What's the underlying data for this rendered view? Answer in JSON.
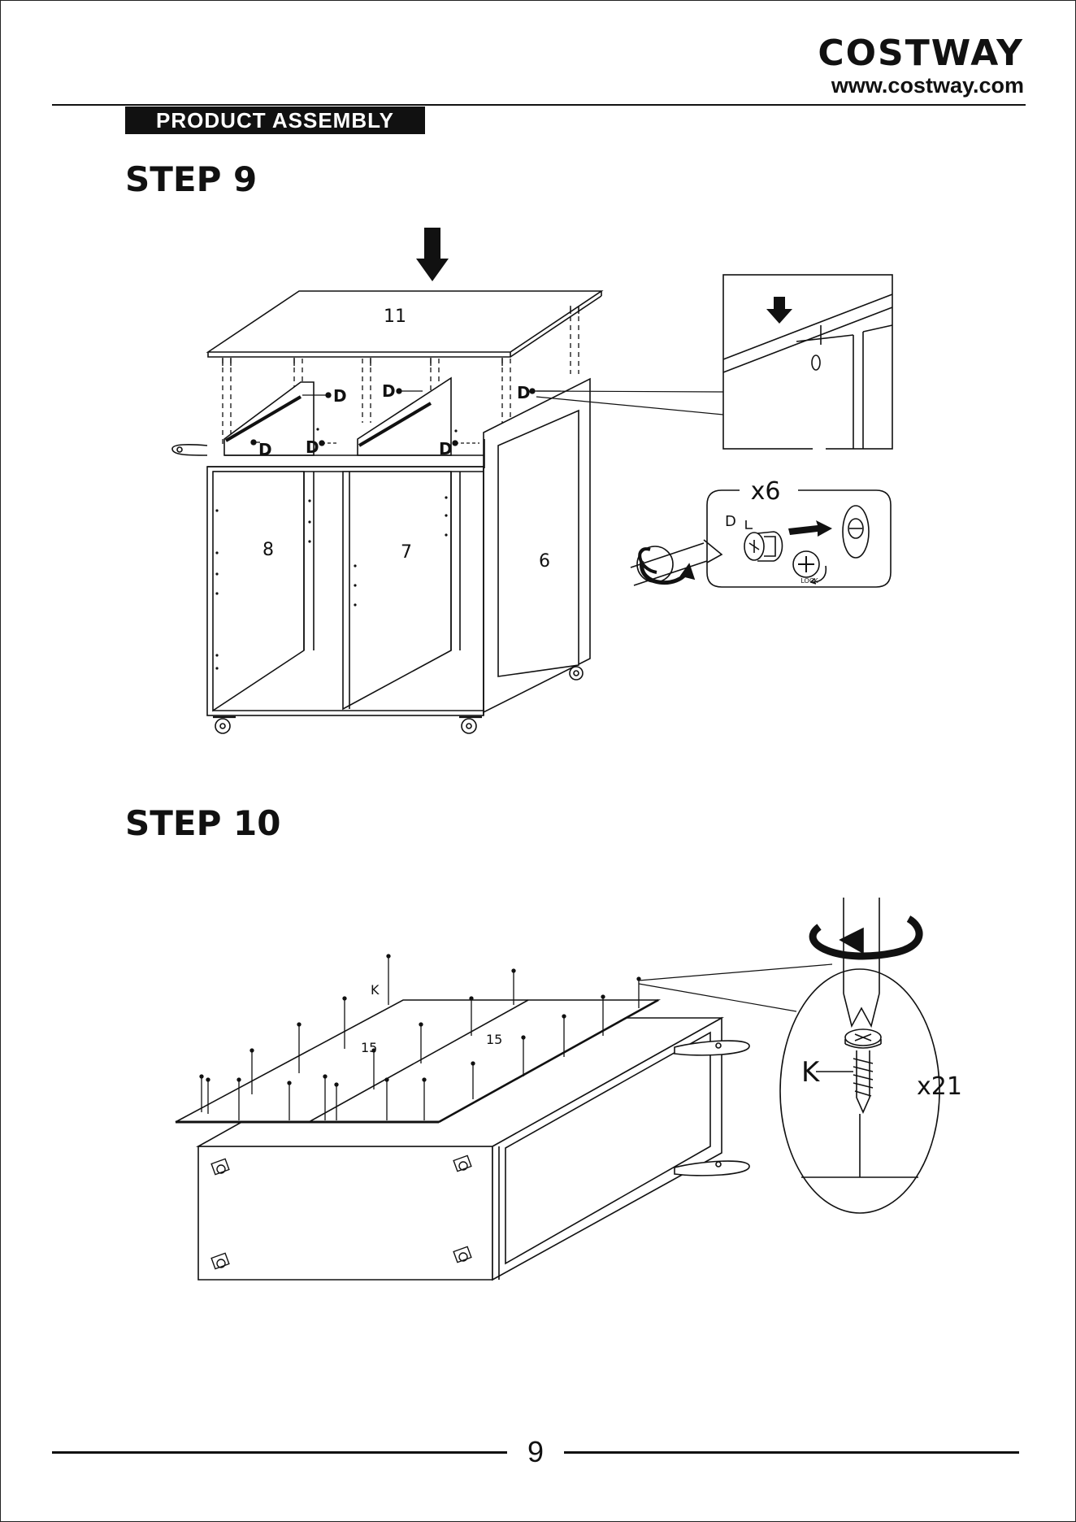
{
  "header": {
    "brand_name": "COSTWAY",
    "brand_url": "www.costway.com",
    "section": "PRODUCT ASSEMBLY"
  },
  "step9": {
    "title": "STEP 9",
    "parts": {
      "top": "11",
      "left_panel": "8",
      "middle_panel": "7",
      "right_panel": "6"
    },
    "hardware_label": "D",
    "quantity": "x6",
    "lock_label": "LOCK"
  },
  "step10": {
    "title": "STEP 10",
    "parts": {
      "back_panel": "15"
    },
    "hardware_label": "K",
    "quantity": "x21"
  },
  "footer": {
    "page_number": "9"
  }
}
